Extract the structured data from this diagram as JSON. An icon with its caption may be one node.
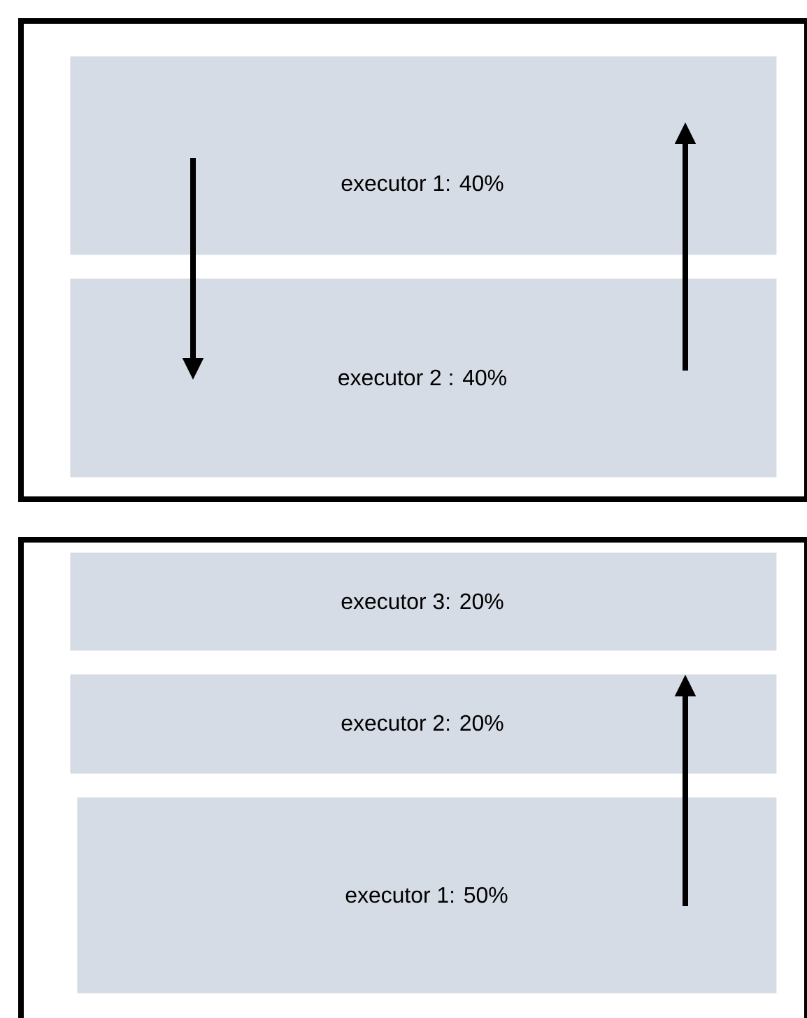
{
  "diagram": {
    "nodes": [
      {
        "text": [],
        "shape": "box"
      },
      {
        "text": [
          "executor 1: 40%"
        ],
        "in": 0
      },
      {
        "text": [
          "executor 2 : 40%"
        ],
        "in": 0
      },
      {
        "text": [],
        "shape": "box"
      },
      {
        "text": [
          "executor 3: 20%"
        ],
        "in": 3
      },
      {
        "text": [
          "executor 2: 20%"
        ],
        "in": 3
      },
      {
        "text": [
          "executor 1: 50%"
        ],
        "in": 3
      }
    ],
    "edges": [
      {
        "from": 1,
        "to": 2,
        "arrow": "to"
      },
      {
        "from": 2,
        "to": 1,
        "arrow": "to"
      },
      {
        "from": 6,
        "to": 5,
        "arrow": "to"
      }
    ]
  }
}
